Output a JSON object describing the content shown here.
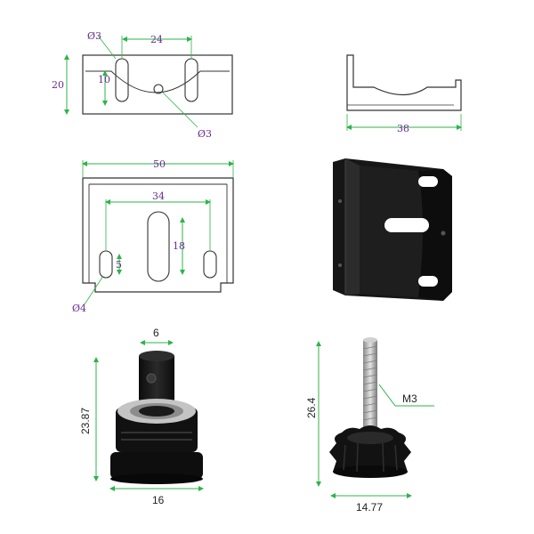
{
  "colors": {
    "dim_purple": "#6a2c91",
    "dim_green": "#2db34a",
    "outline": "#333333",
    "part_black": "#141414",
    "steel": "#b8b8b8",
    "bearing": "#c9c9c9"
  },
  "top_left_bracket": {
    "hole_dia_top": "Ø3",
    "slot_spacing": "24",
    "height": "20",
    "inner": "10",
    "hole_dia_bottom": "Ø3"
  },
  "top_right_profile": {
    "width": "38"
  },
  "middle_left_plate": {
    "width": "50",
    "slot_span": "34",
    "center_slot": "18",
    "side_slot": "5",
    "hole_dia": "Ø4"
  },
  "pulley": {
    "shaft_dia": "6",
    "height": "23.87",
    "width": "16"
  },
  "leveling_foot": {
    "thread": "M3",
    "height": "26.4",
    "width": "14.77"
  }
}
